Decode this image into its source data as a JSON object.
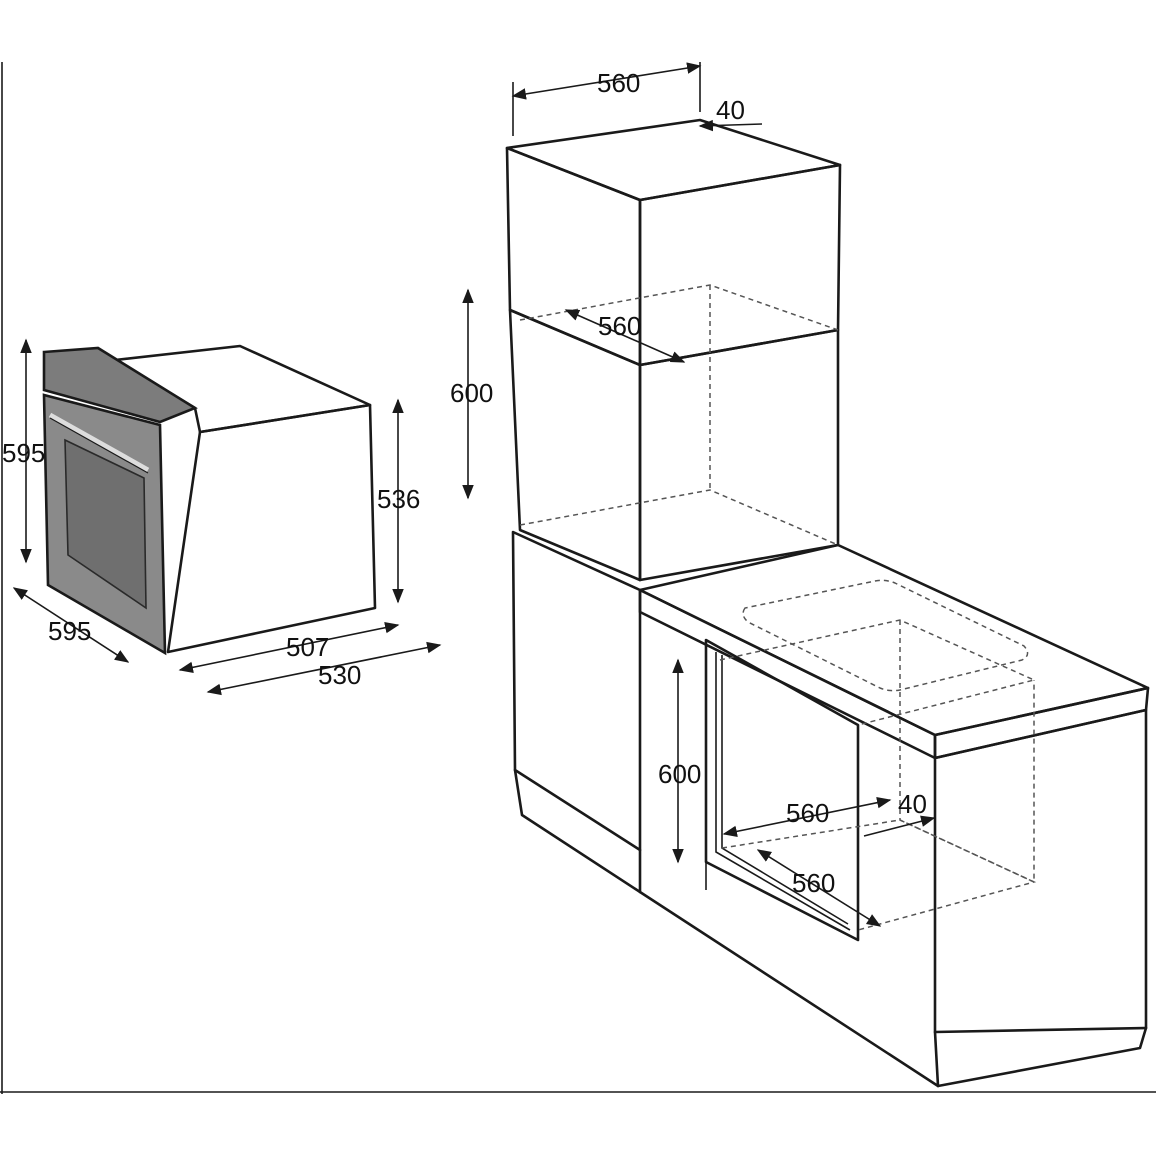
{
  "colors": {
    "line": "#1a1a1a",
    "oven_panel": "#7c7c7c",
    "oven_door": "#8a8a8a",
    "oven_window": "#6f6f6f",
    "background": "#ffffff"
  },
  "appliance_dimensions": {
    "height_front": "595",
    "height_side": "536",
    "width": "595",
    "depth_inner": "507",
    "depth_total": "530"
  },
  "tall_unit_dimensions": {
    "top_width": "560",
    "top_gap": "40",
    "niche_depth": "560",
    "niche_height": "600"
  },
  "under_counter_dimensions": {
    "niche_height": "600",
    "niche_width": "560",
    "rear_gap": "40",
    "niche_depth": "560"
  }
}
